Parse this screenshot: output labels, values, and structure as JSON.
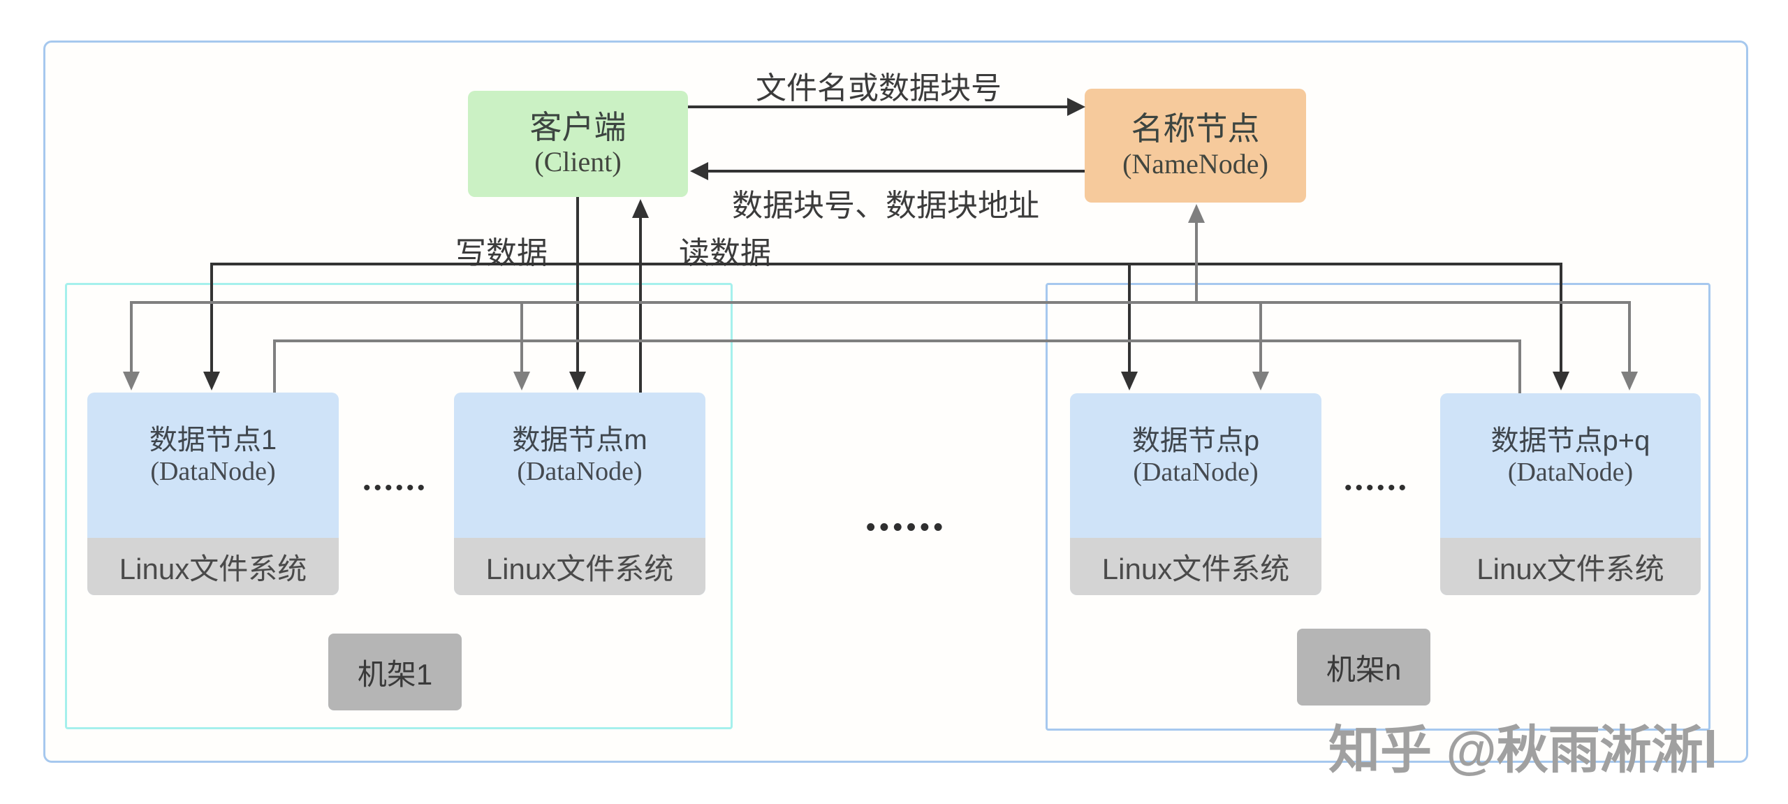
{
  "diagram": {
    "client": {
      "title": "客户端",
      "subtitle": "(Client)"
    },
    "namenode": {
      "title": "名称节点",
      "subtitle": "(NameNode)"
    },
    "edges": {
      "request_label": "文件名或数据块号",
      "response_label": "数据块号、数据块地址",
      "write_label": "写数据",
      "read_label": "读数据"
    },
    "datanodes": [
      {
        "title": "数据节点1",
        "subtitle": "(DataNode)",
        "fs": "Linux文件系统"
      },
      {
        "title": "数据节点m",
        "subtitle": "(DataNode)",
        "fs": "Linux文件系统"
      },
      {
        "title": "数据节点p",
        "subtitle": "(DataNode)",
        "fs": "Linux文件系统"
      },
      {
        "title": "数据节点p+q",
        "subtitle": "(DataNode)",
        "fs": "Linux文件系统"
      }
    ],
    "racks": [
      {
        "label": "机架1"
      },
      {
        "label": "机架n"
      }
    ],
    "ellipsis": {
      "rack1": "••••••",
      "center": "••••••",
      "rack2": "••••••"
    },
    "watermark": "知乎 @秋雨淅淅l",
    "colors": {
      "client_fill": "#cbf1c4",
      "namenode_fill": "#f6ca9c",
      "datanode_fill": "#cfe3f8",
      "fs_bar_fill": "#d4d4d4",
      "rack_label_fill": "#b5b5b5",
      "rack1_border": "#a5f0ec",
      "rack2_border": "#a6c8ee",
      "outer_border": "#a6c8ee",
      "line_black": "#333333",
      "line_gray": "#7f7f7f",
      "watermark_gray": "#a0a0a0"
    }
  }
}
